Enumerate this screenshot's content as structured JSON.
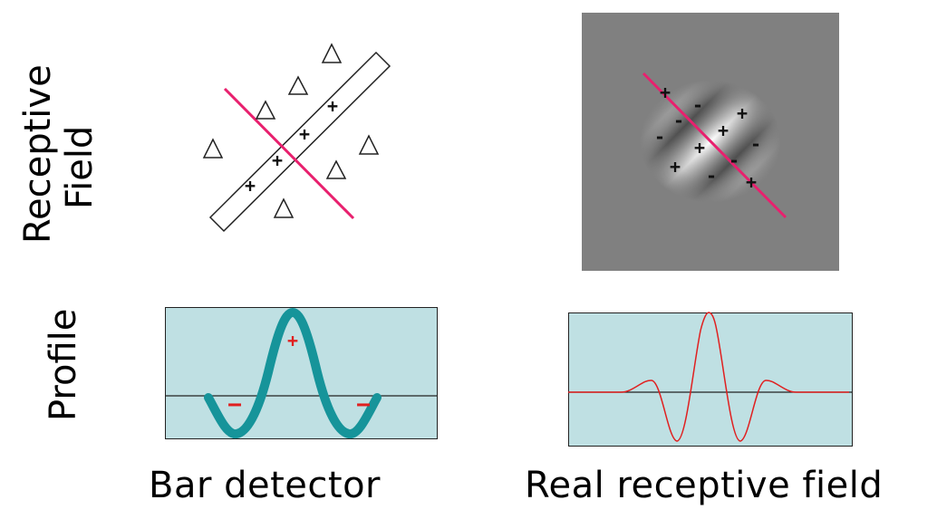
{
  "row_labels": {
    "receptive_field_line1": "Receptive",
    "receptive_field_line2": "Field",
    "profile": "Profile"
  },
  "captions": {
    "left": "Bar detector",
    "right": "Real receptive field"
  },
  "bar_detector_symbols": {
    "plus": "+",
    "minus": "−"
  },
  "real_rf_signs": {
    "plus": "+",
    "minus": "-"
  },
  "colors": {
    "cut_line": "#e8206e",
    "profile_bg": "#bfe0e3",
    "bar_profile_curve": "#16949a",
    "real_profile_curve": "#e02020",
    "sign_red": "#e02020",
    "gabor_gray": "#808080"
  }
}
